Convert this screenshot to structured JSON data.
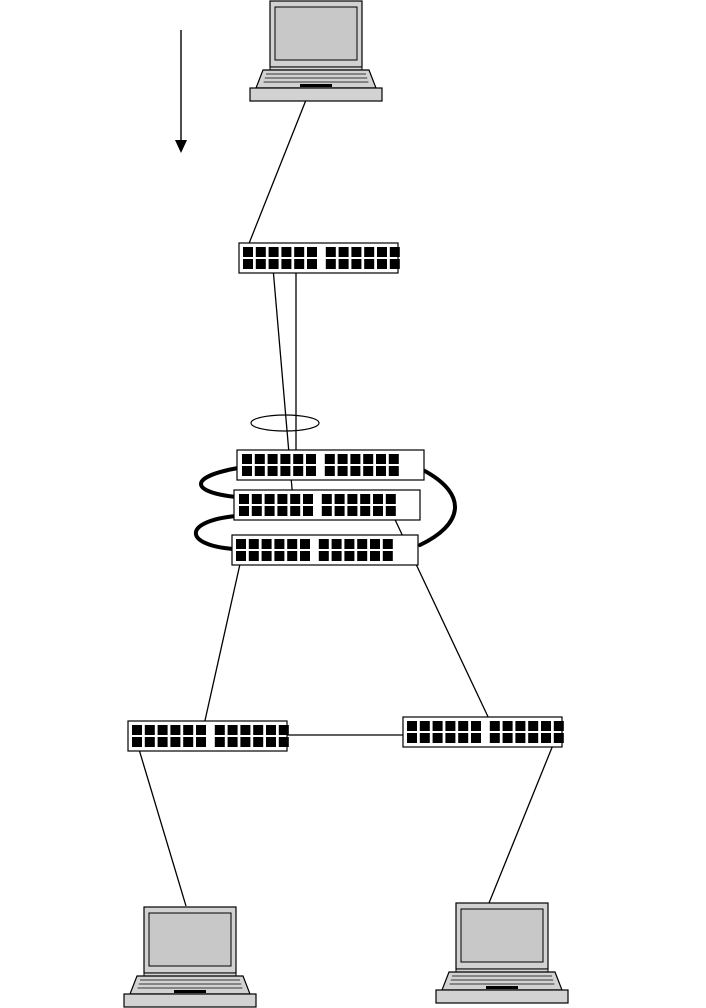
{
  "diagram": {
    "type": "network-topology",
    "colors": {
      "line": "#000000",
      "background": "#ffffff",
      "laptop_screen": "#c8c8c8",
      "laptop_body": "#d2d2d2"
    },
    "nodes": [
      {
        "id": "laptop-top",
        "kind": "laptop-icon"
      },
      {
        "id": "access-switch-top",
        "kind": "switch-icon",
        "ports_per_row": 12
      },
      {
        "id": "stack-switch-1",
        "kind": "switch-icon",
        "ports_per_row": 12
      },
      {
        "id": "stack-switch-2",
        "kind": "switch-icon",
        "ports_per_row": 12
      },
      {
        "id": "stack-switch-3",
        "kind": "switch-icon",
        "ports_per_row": 12
      },
      {
        "id": "access-switch-left",
        "kind": "switch-icon",
        "ports_per_row": 12
      },
      {
        "id": "access-switch-right",
        "kind": "switch-icon",
        "ports_per_row": 12
      },
      {
        "id": "laptop-bottom-left",
        "kind": "laptop-icon"
      },
      {
        "id": "laptop-bottom-right",
        "kind": "laptop-icon"
      }
    ],
    "links": [
      {
        "from": "laptop-top",
        "to": "access-switch-top"
      },
      {
        "from": "access-switch-top",
        "to": "stack-switch-2"
      },
      {
        "from": "access-switch-top",
        "to": "stack-switch-1"
      },
      {
        "from": "stack-switch-3",
        "to": "access-switch-left"
      },
      {
        "from": "stack-switch-2",
        "to": "access-switch-right"
      },
      {
        "from": "access-switch-left",
        "to": "access-switch-right"
      },
      {
        "from": "access-switch-left",
        "to": "laptop-bottom-left"
      },
      {
        "from": "access-switch-right",
        "to": "laptop-bottom-right"
      }
    ],
    "stack_cables": 3,
    "link_aggregation_marker": "ellipse",
    "direction_arrow": "down-arrow-icon"
  }
}
